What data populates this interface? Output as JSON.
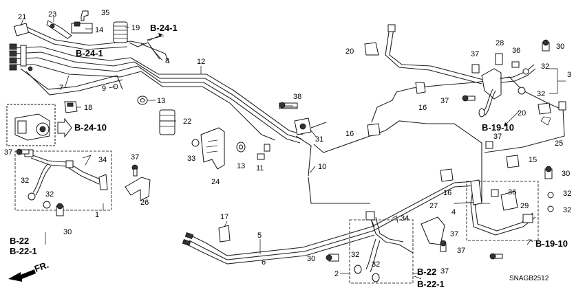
{
  "diagram": {
    "code": "SNAGB2512",
    "front_label": "FR.",
    "refs": {
      "b24_1_top": "B-24-1",
      "b24_1_left": "B-24-1",
      "b24_10": "B-24-10",
      "b22_left": "B-22",
      "b22_1_left": "B-22-1",
      "b22_bottom": "B-22",
      "b22_1_bottom": "B-22-1",
      "b19_10_top": "B-19-10",
      "b19_10_bottom": "B-19-10"
    },
    "callouts": {
      "n1": "1",
      "n2": "2",
      "n3": "3",
      "n4": "4",
      "n5": "5",
      "n6": "6",
      "n7": "7",
      "n8": "8",
      "n9": "9",
      "n10": "10",
      "n11": "11",
      "n12": "12",
      "n13a": "13",
      "n13b": "13",
      "n14": "14",
      "n15": "15",
      "n16a": "16",
      "n16b": "16",
      "n16c": "16",
      "n17": "17",
      "n18": "18",
      "n19": "19",
      "n20a": "20",
      "n20b": "20",
      "n21": "21",
      "n22": "22",
      "n23": "23",
      "n24": "24",
      "n25": "25",
      "n26": "26",
      "n27": "27",
      "n28": "28",
      "n29": "29",
      "n30a": "30",
      "n30b": "30",
      "n30c": "30",
      "n30d": "30",
      "n31": "31",
      "n32a": "32",
      "n32b": "32",
      "n32c": "32",
      "n32d": "32",
      "n32e": "32",
      "n32f": "32",
      "n32g": "32",
      "n32h": "32",
      "n33": "33",
      "n34a": "34",
      "n34b": "34",
      "n35": "35",
      "n36a": "36",
      "n36b": "36",
      "n37a": "37",
      "n37b": "37",
      "n37c": "37",
      "n37d": "37",
      "n37e": "37",
      "n37f": "37",
      "n37g": "37",
      "n37h": "37",
      "n38": "38"
    }
  }
}
